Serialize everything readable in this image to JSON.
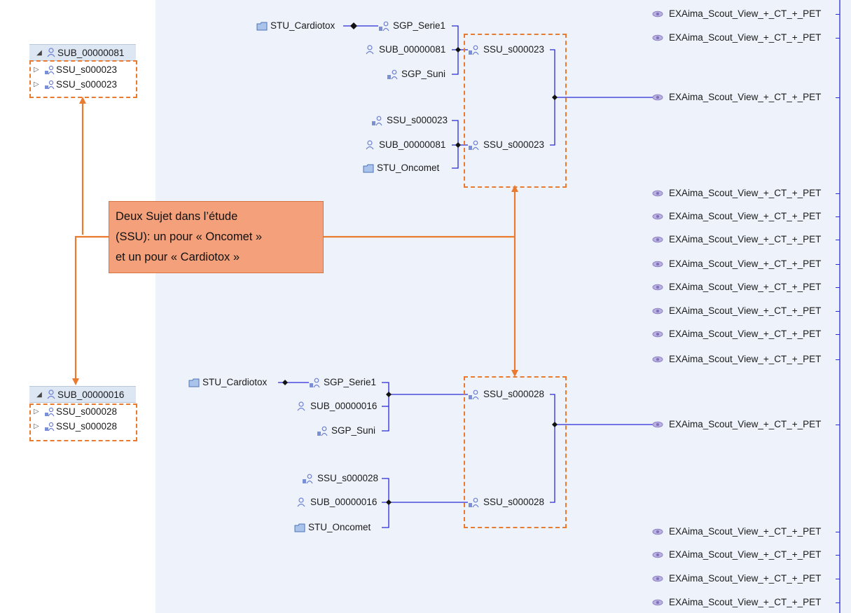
{
  "tree_panels": [
    {
      "parent": "SUB_00000081",
      "children": [
        "SSU_s000023",
        "SSU_s000023"
      ]
    },
    {
      "parent": "SUB_00000016",
      "children": [
        "SSU_s000028",
        "SSU_s000028"
      ]
    }
  ],
  "graph_top": {
    "stu_cardiotox": "STU_Cardiotox",
    "sgp_serie1": "SGP_Serie1",
    "sub_81_a": "SUB_00000081",
    "sgp_suni": "SGP_Suni",
    "ssu_box_a": "SSU_s000023",
    "ssu_in": "SSU_s000023",
    "sub_81_b": "SUB_00000081",
    "stu_oncomet": "STU_Oncomet",
    "ssu_box_b": "SSU_s000023"
  },
  "graph_bottom": {
    "stu_cardiotox": "STU_Cardiotox",
    "sgp_serie1": "SGP_Serie1",
    "sub_16_a": "SUB_00000016",
    "sgp_suni": "SGP_Suni",
    "ssu_box_a": "SSU_s000028",
    "ssu_in": "SSU_s000028",
    "sub_16_b": "SUB_00000016",
    "stu_oncomet": "STU_Oncomet",
    "ssu_box_b": "SSU_s000028"
  },
  "exam_label": "EXAima_Scout_View_+_CT_+_PET",
  "callout": {
    "line1": "Deux Sujet dans l’étude",
    "line2": "(SSU): un pour « Oncomet »",
    "line3": "et un pour « Cardiotox »"
  },
  "colors": {
    "connector": "#2a2ad6",
    "annotation": "#e97a2e",
    "callout_fill": "#f4a07a",
    "canvas": "#eef3fb",
    "exam_eye": "#9a8fc8"
  },
  "icons": {
    "subject": "person-outline-icon",
    "group": "group-people-icon",
    "study": "folder-icon",
    "exam": "eye-icon",
    "expand": "triangle-right-icon",
    "collapse": "triangle-down-icon"
  }
}
